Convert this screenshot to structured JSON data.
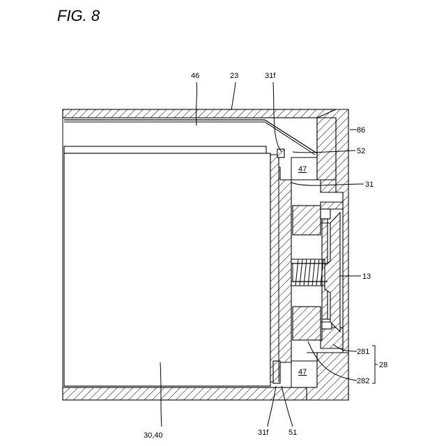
{
  "figure": {
    "title": "FIG. 8"
  },
  "labels": {
    "l46": "46",
    "l23": "23",
    "l31f_top": "31f",
    "l86": "86",
    "l52": "52",
    "l47_top": "47",
    "l31": "31",
    "l13": "13",
    "l281": "281",
    "l28": "28",
    "l282": "282",
    "l47_bottom": "47",
    "l3040": "30,40",
    "l31f_bottom": "31f",
    "l51": "51"
  }
}
